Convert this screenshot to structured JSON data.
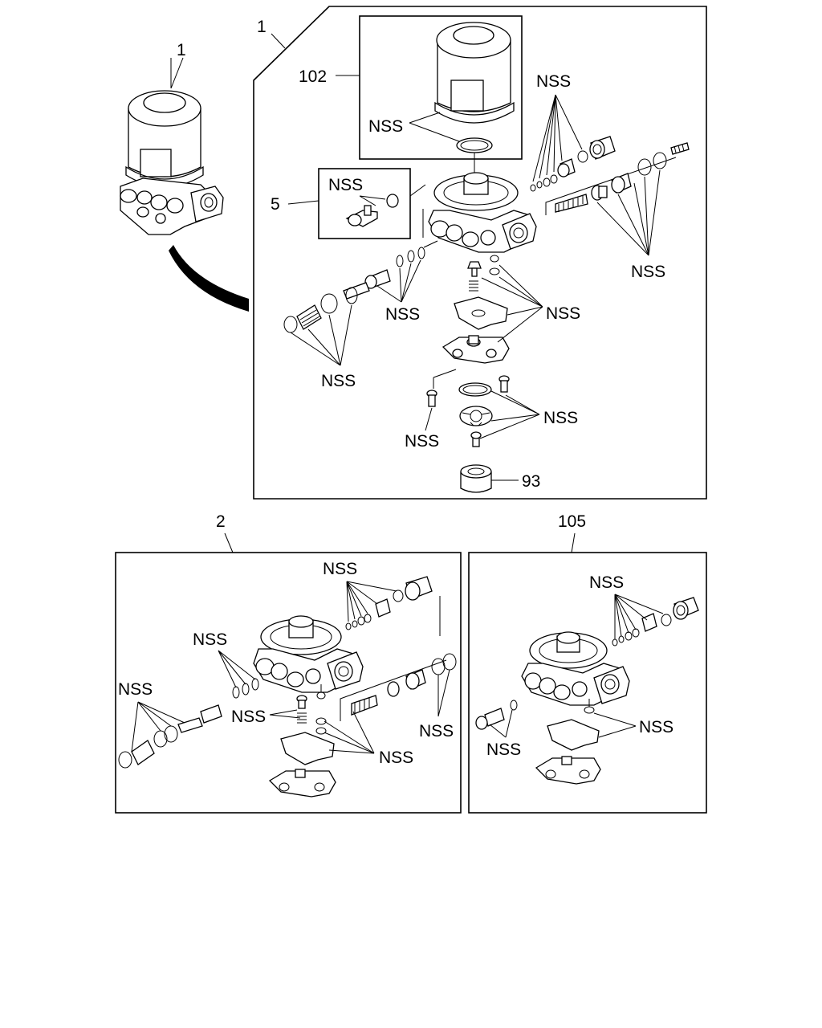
{
  "labels": {
    "assembly_main": "1",
    "assembly_detail": "1",
    "filter_cartridge": "102",
    "nss": "NSS",
    "part_5": "5",
    "part_93": "93",
    "assembly_2": "2",
    "assembly_105": "105"
  }
}
